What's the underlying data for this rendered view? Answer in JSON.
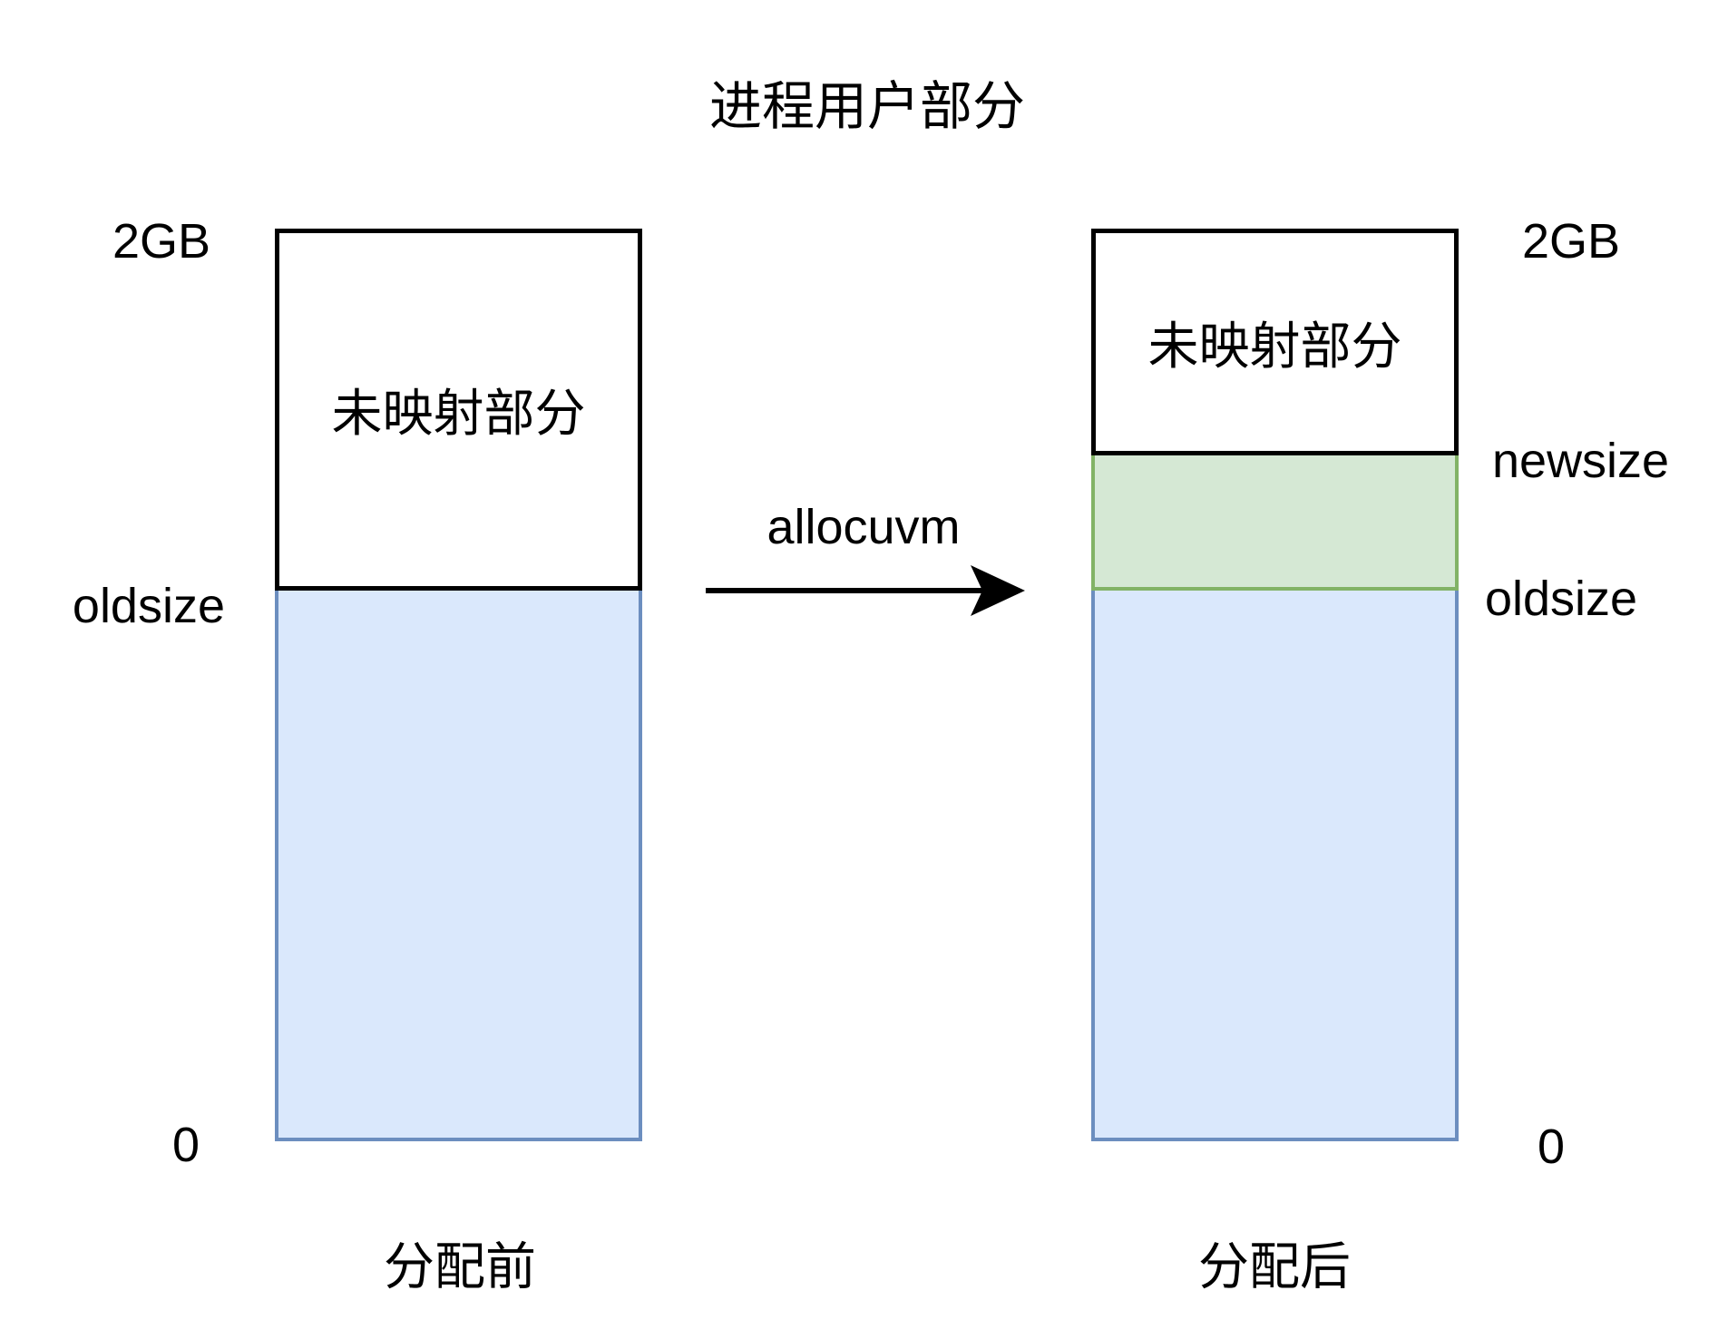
{
  "title": "进程用户部分",
  "arrow": {
    "label": "allocuvm"
  },
  "before": {
    "caption": "分配前",
    "regions": {
      "unmapped": "未映射部分"
    },
    "ticks": {
      "top": "2GB",
      "oldsize": "oldsize",
      "bottom": "0"
    }
  },
  "after": {
    "caption": "分配后",
    "regions": {
      "unmapped": "未映射部分"
    },
    "ticks": {
      "top": "2GB",
      "newsize": "newsize",
      "oldsize": "oldsize",
      "bottom": "0"
    }
  },
  "colors": {
    "line": "#000000",
    "mapped_fill": "#dae8fc",
    "mapped_border": "#6c8ebf",
    "new_alloc_fill": "#d5e8d4",
    "new_alloc_border": "#82b366"
  }
}
